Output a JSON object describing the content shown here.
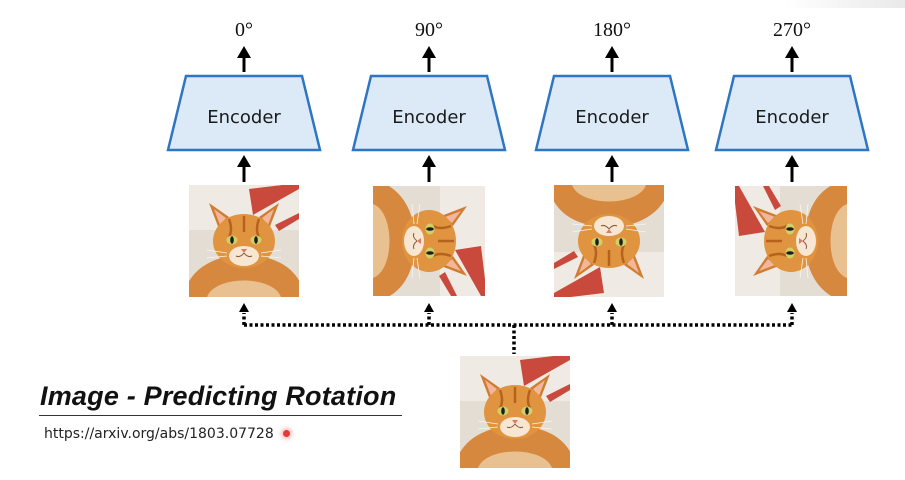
{
  "diagram": {
    "outputs": [
      {
        "angle": "0°",
        "encoder_label": "Encoder",
        "rotation": 0
      },
      {
        "angle": "90°",
        "encoder_label": "Encoder",
        "rotation": 90
      },
      {
        "angle": "180°",
        "encoder_label": "Encoder",
        "rotation": 180
      },
      {
        "angle": "270°",
        "encoder_label": "Encoder",
        "rotation": 270
      }
    ],
    "encoder_style": {
      "fill": "#dce9f7",
      "stroke": "#2e75c4"
    },
    "connector_style": "dotted"
  },
  "caption": {
    "title": "Image - Predicting Rotation",
    "url": "https://arxiv.org/abs/1803.07728"
  },
  "icons": [
    "cat-photo",
    "arrow-up",
    "mouse-cursor-dot"
  ],
  "colors": {
    "encoder_fill": "#dce9f7",
    "encoder_stroke": "#2e75c4",
    "cursor": "#e53935"
  }
}
